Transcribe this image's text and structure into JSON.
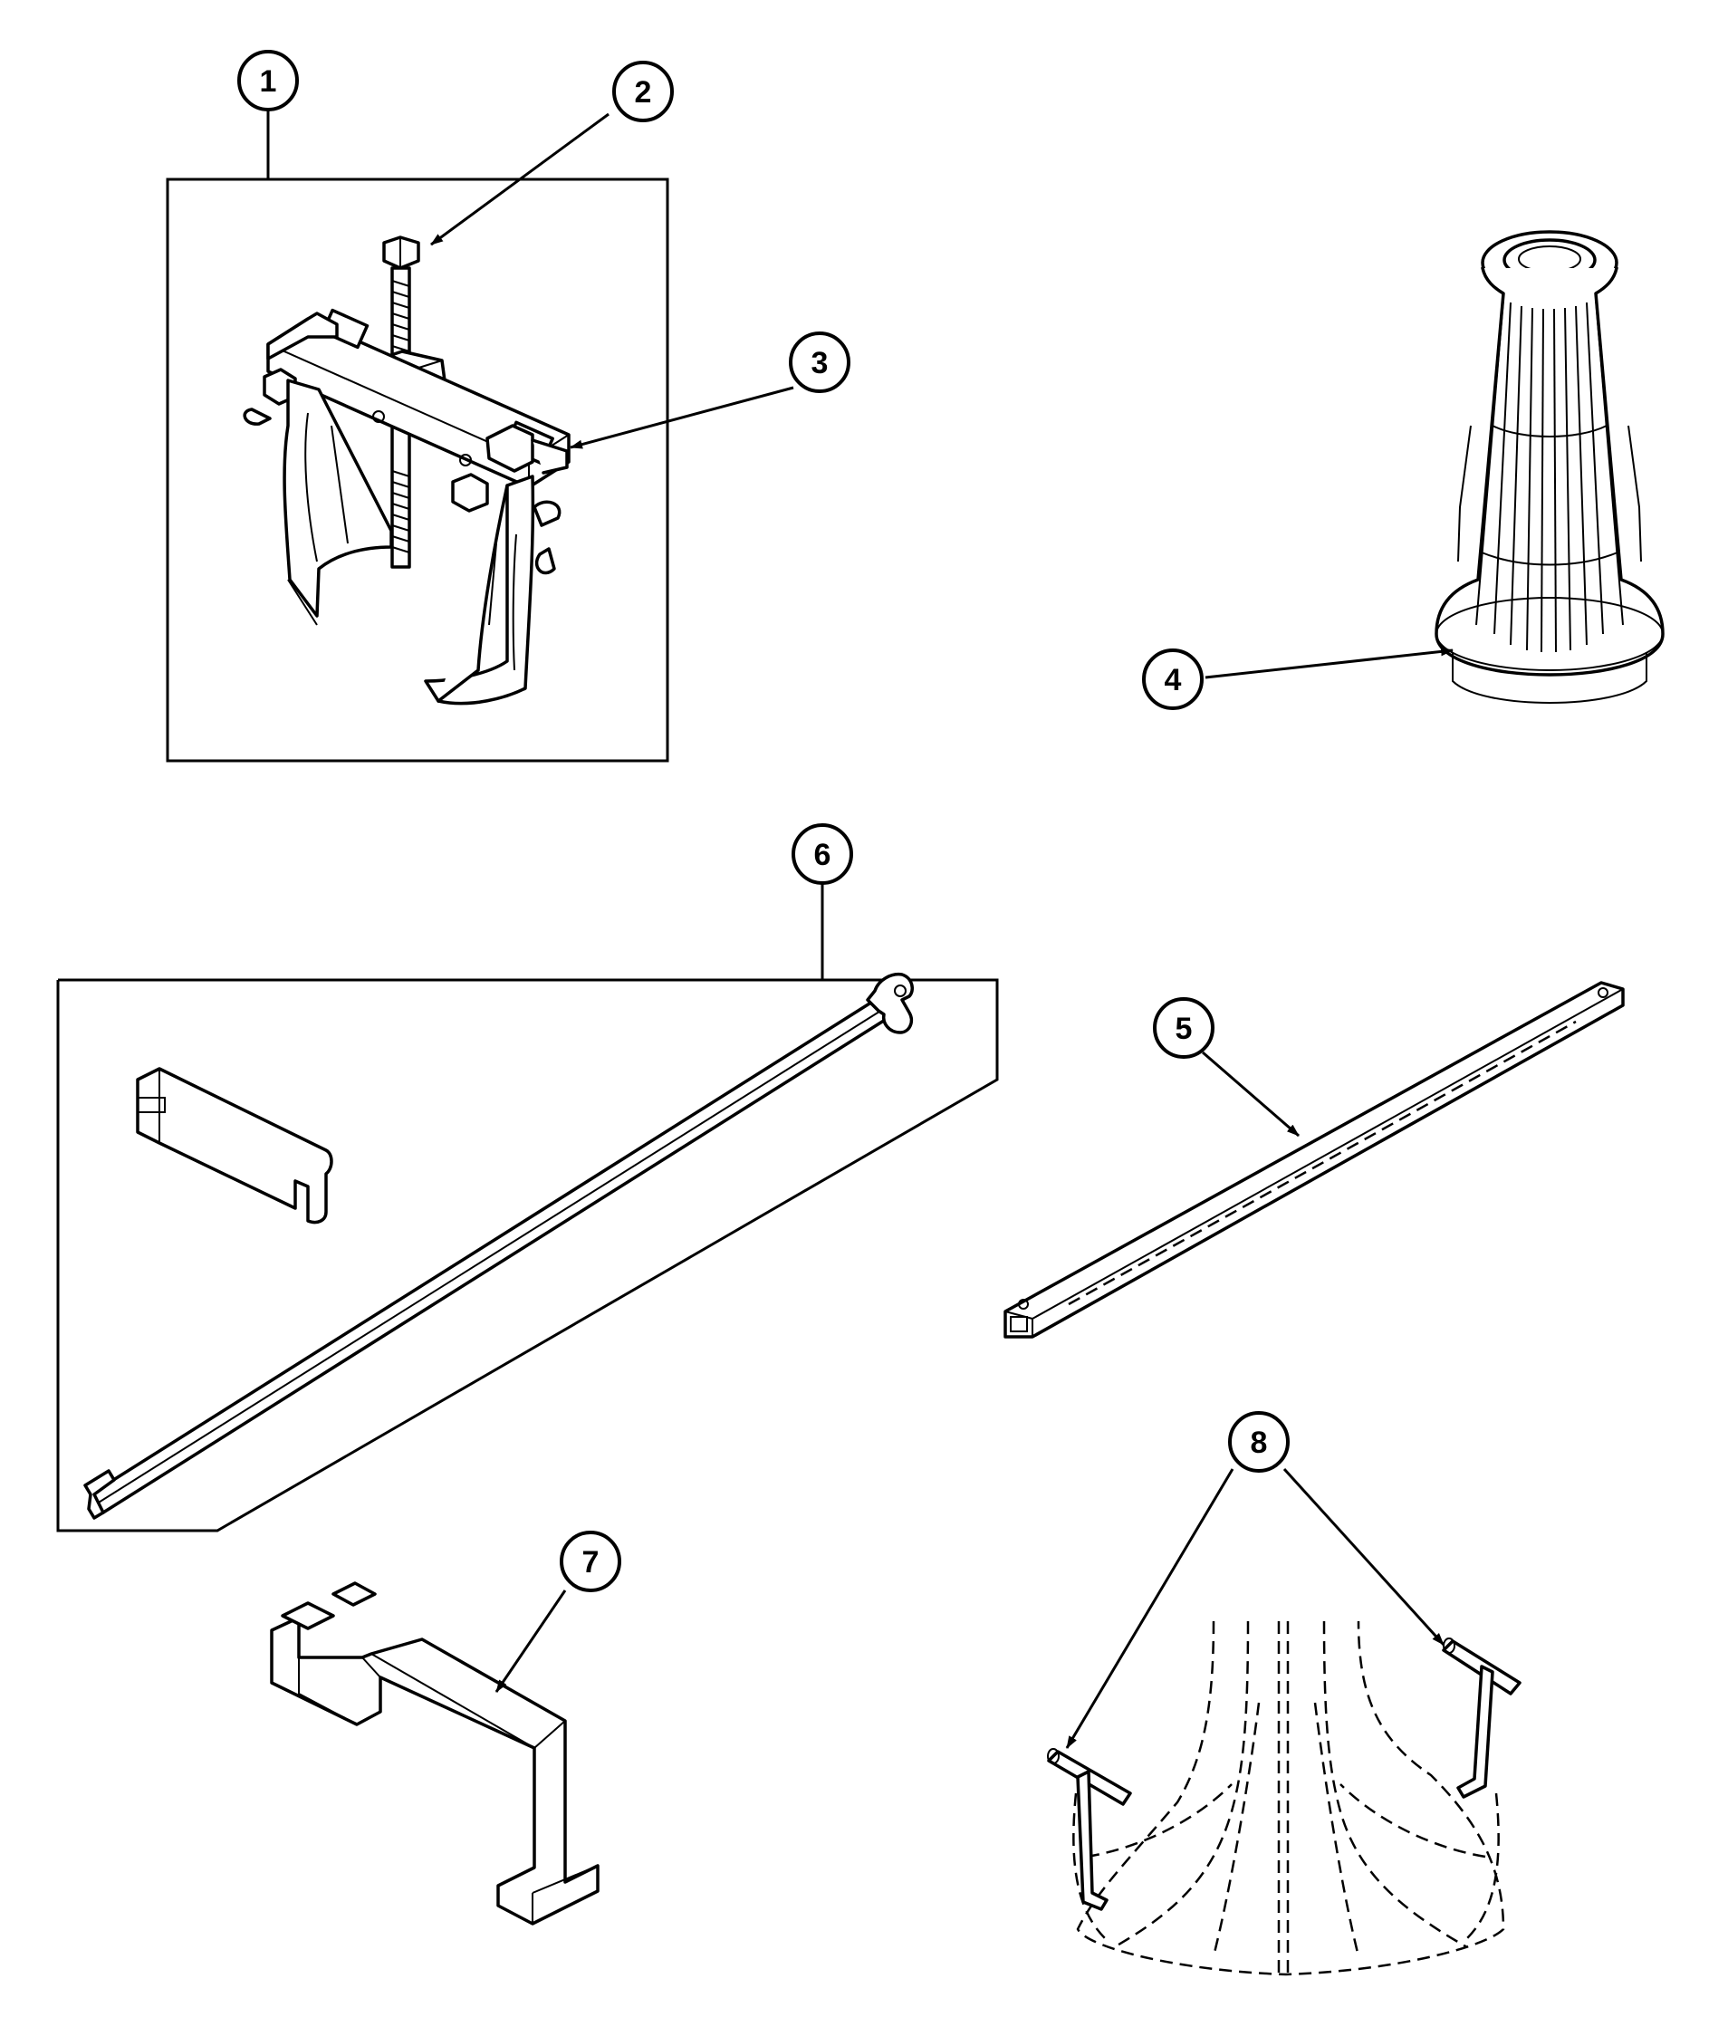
{
  "callouts": [
    {
      "id": "1",
      "label": "1"
    },
    {
      "id": "2",
      "label": "2"
    },
    {
      "id": "3",
      "label": "3"
    },
    {
      "id": "4",
      "label": "4"
    },
    {
      "id": "5",
      "label": "5"
    },
    {
      "id": "6",
      "label": "6"
    },
    {
      "id": "7",
      "label": "7"
    },
    {
      "id": "8",
      "label": "8"
    }
  ],
  "parts": [
    {
      "callout": "1",
      "icon": "gear-puller-kit-icon"
    },
    {
      "callout": "2",
      "icon": "puller-bolt-icon"
    },
    {
      "callout": "3",
      "icon": "puller-jaw-icon"
    },
    {
      "callout": "4",
      "icon": "spindle-tool-icon"
    },
    {
      "callout": "5",
      "icon": "square-bar-tool-icon"
    },
    {
      "callout": "6",
      "icon": "spanner-wrench-kit-icon"
    },
    {
      "callout": "7",
      "icon": "bracket-tool-icon"
    },
    {
      "callout": "8",
      "icon": "t-pin-tool-icon"
    }
  ],
  "colors": {
    "line": "#000000",
    "background": "#ffffff"
  }
}
